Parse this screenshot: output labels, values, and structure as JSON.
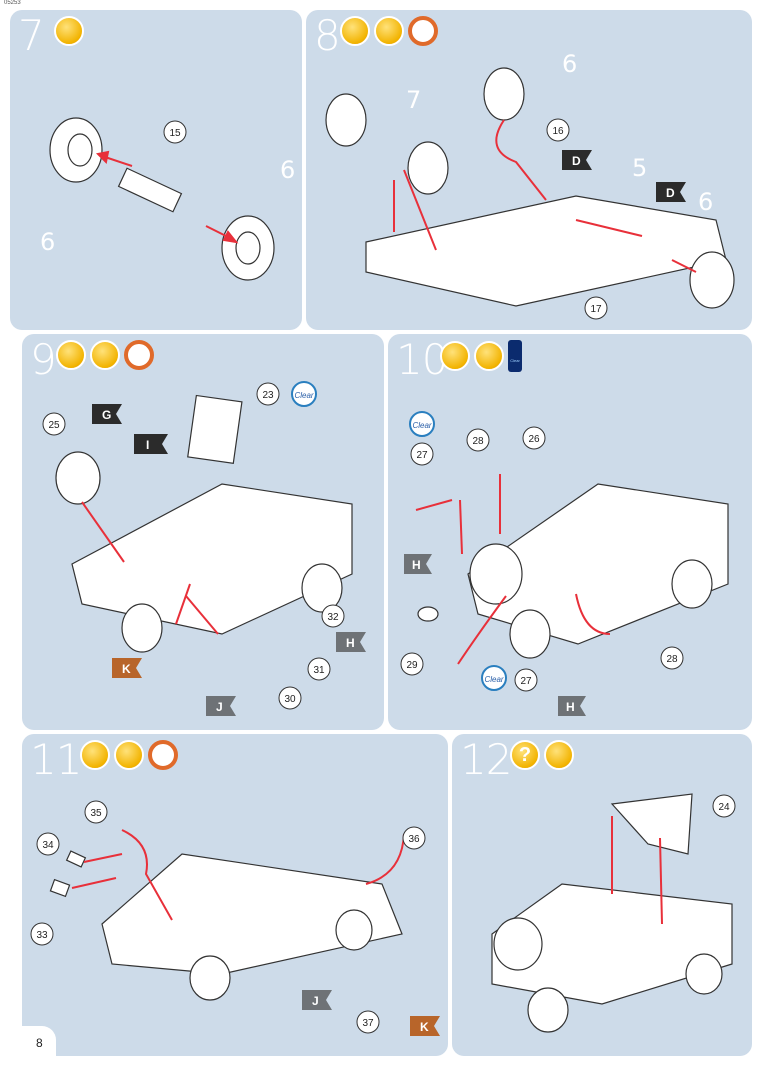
{
  "page": {
    "code": "05253",
    "number": "8"
  },
  "steps": [
    {
      "num": "7",
      "parts": [
        "15",
        "6",
        "6"
      ]
    },
    {
      "num": "8",
      "parts": [
        "7",
        "6",
        "16",
        "5",
        "6",
        "17"
      ],
      "flags": [
        "D",
        "D"
      ]
    },
    {
      "num": "9",
      "parts": [
        "25",
        "23",
        "32",
        "31",
        "30"
      ],
      "flags": [
        "G",
        "I",
        "H",
        "K",
        "J"
      ],
      "badge": "Clear"
    },
    {
      "num": "10",
      "parts": [
        "28",
        "26",
        "27",
        "29",
        "27",
        "28"
      ],
      "flags": [
        "H",
        "H"
      ],
      "badges": [
        "Clear",
        "Clear"
      ],
      "jar_label": "Clear"
    },
    {
      "num": "11",
      "parts": [
        "35",
        "36",
        "34",
        "33",
        "37"
      ],
      "flags": [
        "J",
        "K"
      ]
    },
    {
      "num": "12",
      "parts": [
        "24"
      ]
    }
  ],
  "colors": {
    "panel": "#cddbe9",
    "arrow": "#e8303a",
    "flag_dark": "#2b2b2b",
    "flag_grey": "#6e7276",
    "flag_brown": "#b8652a",
    "accent": "#f2b300"
  }
}
